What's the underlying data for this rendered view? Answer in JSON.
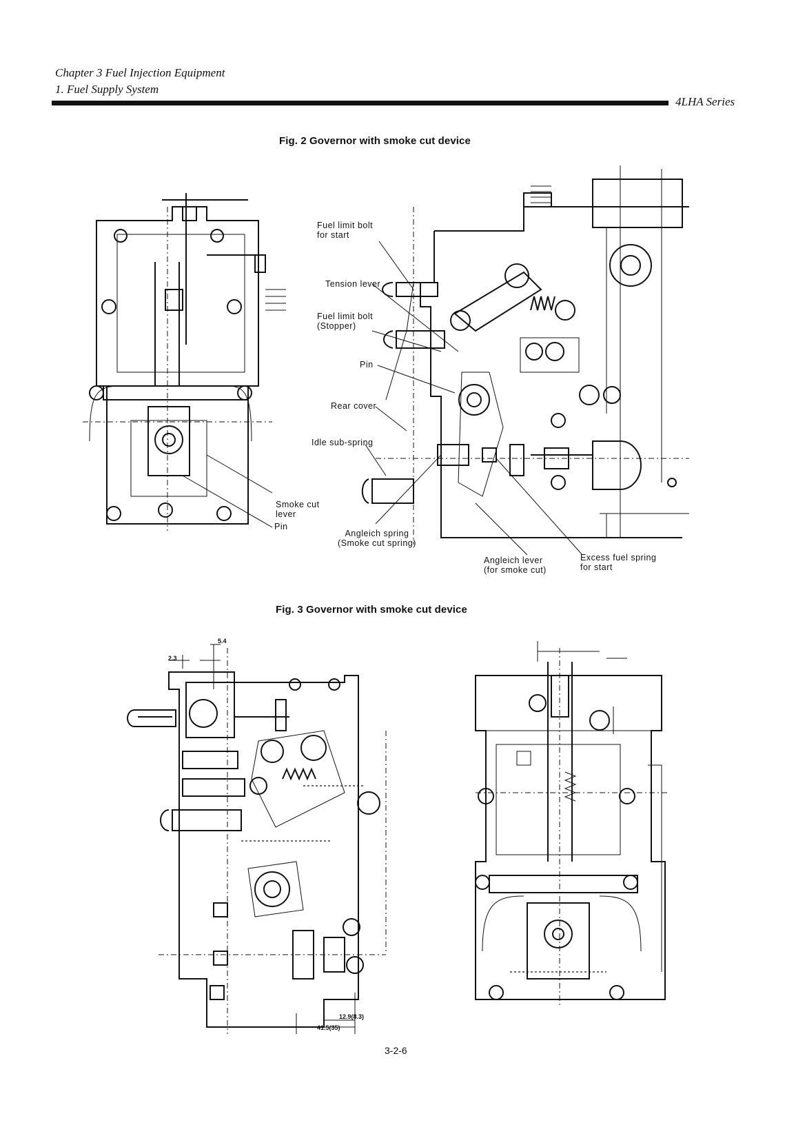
{
  "header": {
    "chapter": "Chapter 3 Fuel Injection Equipment",
    "section": "1. Fuel Supply System",
    "series": "4LHA Series"
  },
  "figure2": {
    "title": "Fig. 2 Governor with smoke cut device",
    "labels": {
      "fuel_limit_bolt_start": [
        "Fuel limit bolt",
        "for start"
      ],
      "tension_lever": "Tension lever",
      "fuel_limit_bolt_stopper": [
        "Fuel limit bolt",
        "(Stopper)"
      ],
      "pin_right": "Pin",
      "rear_cover": "Rear cover",
      "idle_sub_spring": "Idle sub-spring",
      "smoke_cut_lever": [
        "Smoke cut",
        "lever"
      ],
      "pin_left": "Pin",
      "angleich_spring": [
        "Angleich spring",
        "(Smoke cut spring)"
      ],
      "angleich_lever": [
        "Angleich lever",
        "(for smoke cut)"
      ],
      "excess_fuel_spring": [
        "Excess fuel spring",
        "for start"
      ]
    }
  },
  "figure3": {
    "title": "Fig. 3 Governor with smoke cut device",
    "dimensions": [
      "5.4",
      "2.3",
      "12.9(8.3)",
      "41.5(35)"
    ]
  },
  "footer": {
    "page_number": "3-2-6"
  }
}
